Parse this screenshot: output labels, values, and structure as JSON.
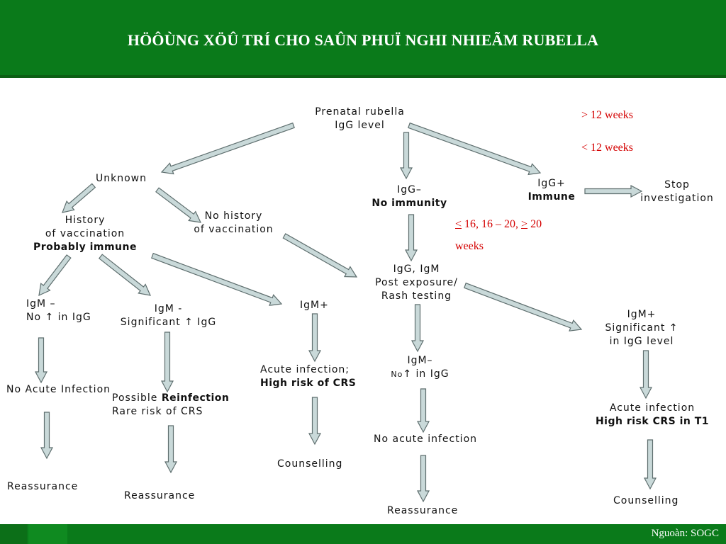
{
  "slide": {
    "title": "HÖÔÙNG XÖÛ TRÍ CHO SAÛN PHUÏ NGHI NHIEÃM RUBELLA",
    "source": "Nguoàn: SOGC"
  },
  "notes": {
    "gt12": "> 12 weeks",
    "lt12": "< 12 weeks",
    "ranges_lt": "<",
    "ranges_mid": " 16, 16 – 20, ",
    "ranges_gt": ">",
    "ranges_end": " 20",
    "ranges_weeks": "weeks"
  },
  "nodes": {
    "root": {
      "l1": "Prenatal rubella",
      "l2": "IgG level"
    },
    "unknown": {
      "l1": "Unknown"
    },
    "igg_neg": {
      "l1": "IgG–",
      "l2": "No immunity"
    },
    "igg_pos": {
      "l1": "IgG+",
      "l2": "Immune"
    },
    "stop": {
      "l1": "Stop",
      "l2": "investigation"
    },
    "hist_vacc": {
      "l1": "History",
      "l2": "of vaccination",
      "l3": "Probably immune"
    },
    "no_hist": {
      "l1": "No history",
      "l2": "of vaccination"
    },
    "post_exp": {
      "l1": "IgG, IgM",
      "l2": "Post exposure/",
      "l3": "Rash testing"
    },
    "igm_neg_left": {
      "l1": "IgM –",
      "l2": "No ↑ in IgG"
    },
    "igm_sig": {
      "l1": "IgM -",
      "l2": "Significant ↑ IgG"
    },
    "igm_pos_mid": {
      "l1": "IgM+"
    },
    "igm_pos_right": {
      "l1": "IgM+",
      "l2": "Significant ↑",
      "l3": "in IgG level"
    },
    "igm_neg_mid": {
      "l1": "IgM–",
      "l2a": "No",
      "l2b": "↑  in IgG"
    },
    "no_acute_left": {
      "l1": "No Acute Infection"
    },
    "reinfection": {
      "l1a": "Possible ",
      "l1b": "Reinfection",
      "l2": "Rare risk of CRS"
    },
    "acute_mid": {
      "l1": "Acute infection;",
      "l2": "High risk of CRS"
    },
    "no_acute_mid": {
      "l1": "No acute infection"
    },
    "acute_right": {
      "l1": "Acute infection",
      "l2": "High risk CRS in T1"
    },
    "reassure_1": {
      "l1": "Reassurance"
    },
    "reassure_2": {
      "l1": "Reassurance"
    },
    "counsel_1": {
      "l1": "Counselling"
    },
    "reassure_3": {
      "l1": "Reassurance"
    },
    "counsel_2": {
      "l1": "Counselling"
    }
  },
  "colors": {
    "header_green": "#0a7a1a",
    "arrow_fill": "#c9d9d9",
    "arrow_stroke": "#5e6e6e",
    "note_red": "#d40000"
  }
}
